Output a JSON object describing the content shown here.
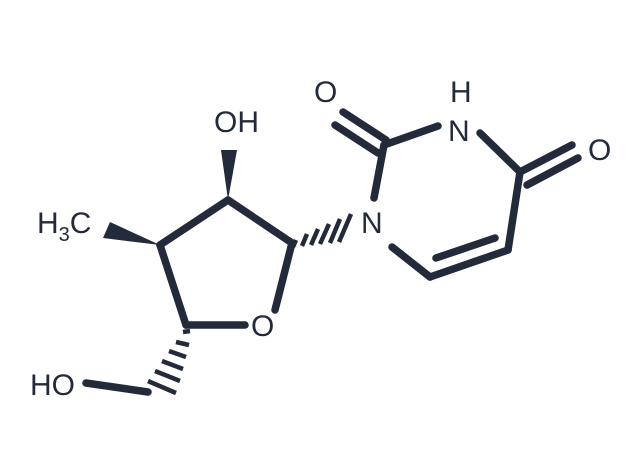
{
  "atoms": {
    "o_carbonyl_2": "O",
    "n3_h": "H",
    "n3": "N",
    "o_carbonyl_4": "O",
    "n1": "N",
    "oh_top": "OH",
    "methyl_h": "H",
    "methyl_sub": "3",
    "methyl_c": "C",
    "o_ring": "O",
    "ho_bottom": "HO"
  },
  "colors": {
    "ink": "#232a3a",
    "background": "#ffffff"
  }
}
